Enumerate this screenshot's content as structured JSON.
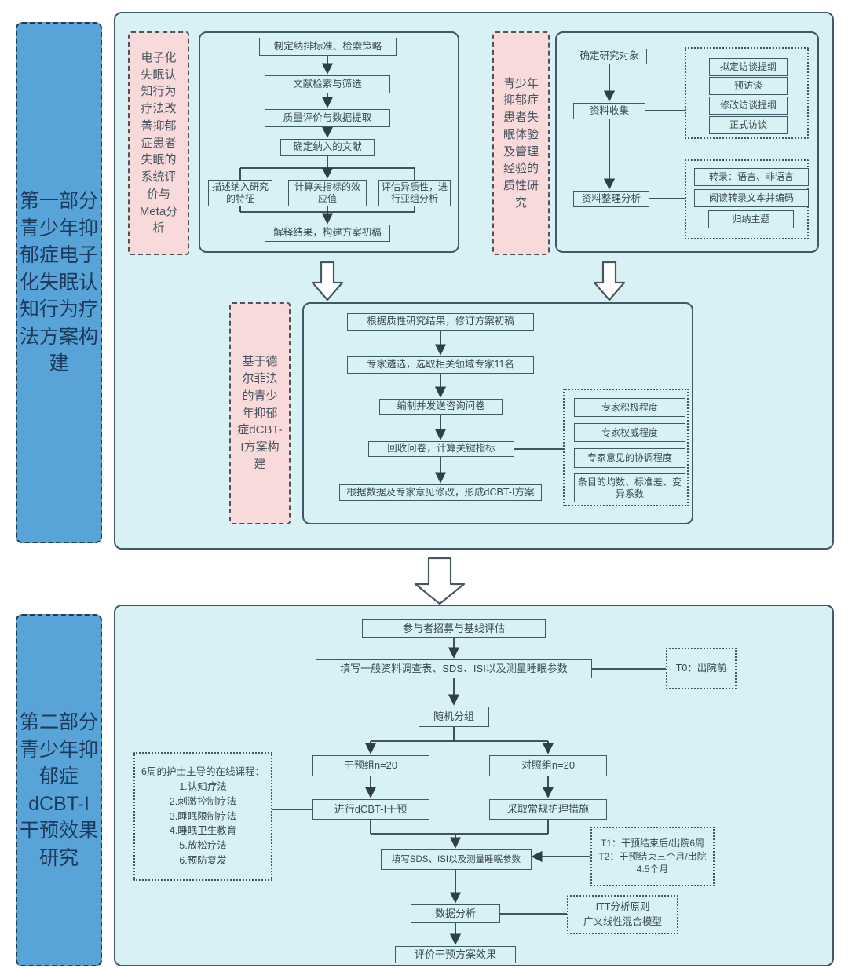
{
  "colors": {
    "panel_bg": "#d8f1f4",
    "panel_border": "#3d5a66",
    "sidebar_bg": "#58a4d8",
    "pink_bg": "#f8dada",
    "line": "#2f3e4a"
  },
  "part1": {
    "sidebar_label": "第一部分\n青少年抑\n郁症电子\n化失眠认\n知行为疗\n法方案构\n建",
    "meta_review": {
      "label": "电子化\n失眠认\n知行为\n疗法改\n善抑郁\n症患者\n失眠的\n系统评\n价与\nMeta分\n析",
      "steps": [
        "制定纳排标准、检索策略",
        "文献检索与筛选",
        "质量评价与数据提取",
        "确定纳入的文献",
        "解释结果，构建方案初稿"
      ],
      "parallel": [
        "描述纳入研究的特征",
        "计算关指标的效应值",
        "评估异质性，进行亚组分析"
      ]
    },
    "qualitative": {
      "label": "青少年\n抑郁症\n患者失\n眠体验\n及管理\n经验的\n质性研\n究",
      "steps": [
        "确定研究对象",
        "资料收集",
        "资料整理分析"
      ],
      "interview": [
        "拟定访谈提纲",
        "预访谈",
        "修改访谈提纲",
        "正式访谈"
      ],
      "analysis": [
        "转录：语言、非语言",
        "阅读转录文本并编码",
        "归纳主题"
      ]
    },
    "delphi": {
      "label": "基于德\n尔菲法\n的青少\n年抑郁\n症dCBT-\nI方案构\n建",
      "steps": [
        "根据质性研究结果，修订方案初稿",
        "专家遴选，选取相关领域专家11名",
        "编制并发送咨询问卷",
        "回收问卷，计算关键指标",
        "根据数据及专家意见修改，形成dCBT-I方案"
      ],
      "criteria": [
        "专家积极程度",
        "专家权威程度",
        "专家意见的协调程度",
        "条目的均数、标准差、变异系数"
      ]
    }
  },
  "part2": {
    "sidebar_label": "第二部分\n青少年抑\n郁症\ndCBT-I\n干预效果\n研究",
    "steps": {
      "recruit": "参与者招募与基线评估",
      "baseline": "填写一般资料调查表、SDS、ISI以及测量睡眠参数",
      "randomize": "随机分组",
      "outcome": "填写SDS、ISI以及测量睡眠参数",
      "analysis": "数据分析",
      "evaluate": "评价干预方案效果"
    },
    "groups": {
      "intervention": "干预组n=20",
      "control": "对照组n=20",
      "intervention_action": "进行dCBT-I干预",
      "control_action": "采取常规护理措施"
    },
    "course_note": {
      "title": "6周的护士主导的在线课程：",
      "items": [
        "1.认知疗法",
        "2.刺激控制疗法",
        "3.睡眠限制疗法",
        "4.睡眠卫生教育",
        "5.放松疗法",
        "6.预防复发"
      ]
    },
    "timepoints": {
      "t0": "T0：出院前",
      "t1": "T1：干预结束后/出院6周",
      "t2": "T2：干预结束三个月/出院4.5个月"
    },
    "analysis_note": {
      "line1": "ITT分析原则",
      "line2": "广义线性混合模型"
    }
  }
}
